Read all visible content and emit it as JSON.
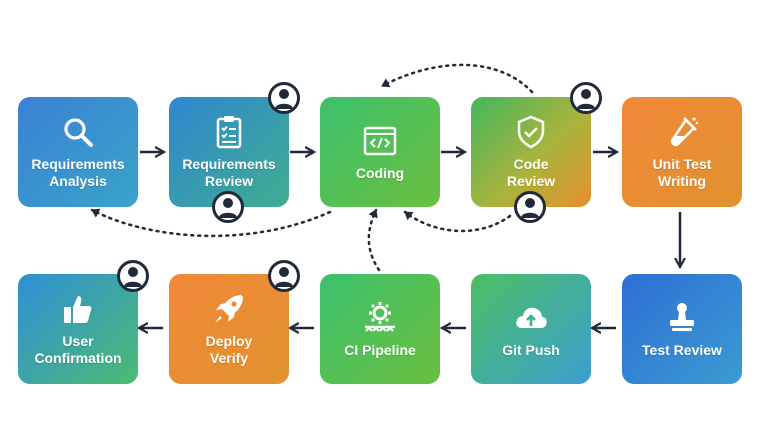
{
  "steps": {
    "requirements_analysis": "Requirements\nAnalysis",
    "requirements_review": "Requirements\nReview",
    "coding": "Coding",
    "code_review": "Code\nReview",
    "unit_test_writing": "Unit Test\nWriting",
    "test_review": "Test Review",
    "git_push": "Git Push",
    "ci_pipeline": "CI Pipeline",
    "deploy_verify": "Deploy\nVerify",
    "user_confirmation": "User\nConfirmation"
  },
  "icons": {
    "requirements_analysis": "magnifier-icon",
    "requirements_review": "checklist-clipboard-icon",
    "coding": "code-window-icon",
    "code_review": "shield-check-icon",
    "unit_test_writing": "test-tube-icon",
    "test_review": "stamp-icon",
    "git_push": "cloud-upload-icon",
    "ci_pipeline": "gear-conveyor-icon",
    "deploy_verify": "rocket-icon",
    "user_confirmation": "thumbs-up-icon",
    "human": "person-avatar-icon"
  },
  "colors": {
    "arrow": "#1f2a3a",
    "avatar_ring": "#1f2a3a"
  }
}
